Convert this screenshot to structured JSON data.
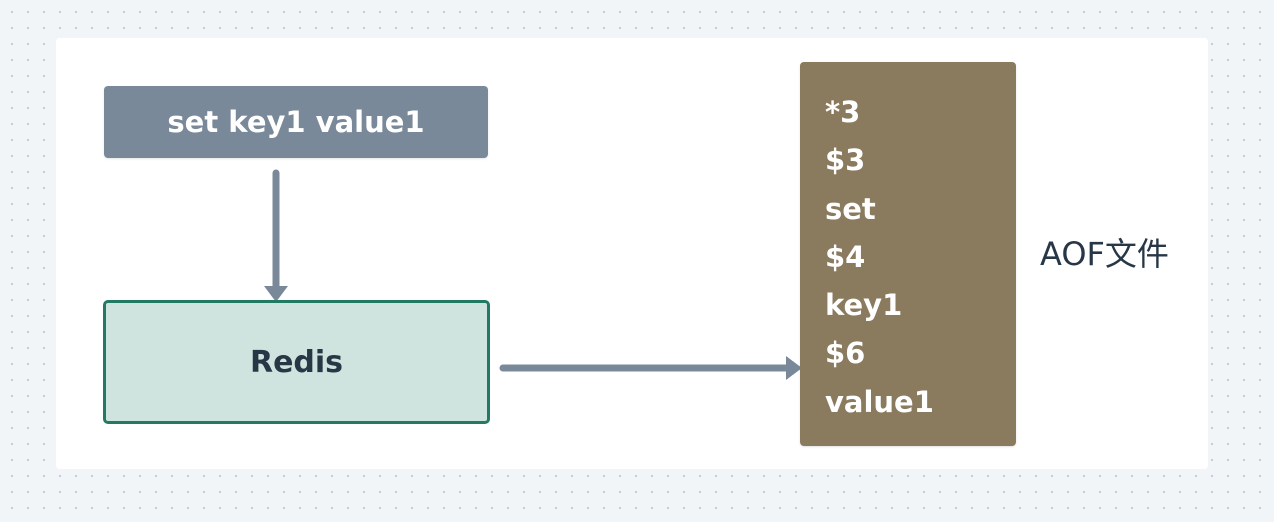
{
  "nodes": {
    "command": "set key1 value1",
    "server": "Redis",
    "aof_lines": [
      "*3",
      "$3",
      "set",
      "$4",
      "key1",
      "$6",
      "value1"
    ],
    "aof_label": "AOF文件"
  },
  "edges": [
    {
      "from": "command",
      "to": "server"
    },
    {
      "from": "server",
      "to": "aof_file"
    }
  ],
  "colors": {
    "canvas": "#ffffff",
    "background": "#f2f5f8",
    "command_fill": "#7a8999",
    "server_fill": "#cfe4df",
    "server_border": "#237a62",
    "aof_fill": "#8a7a5e",
    "arrow": "#7a8999",
    "text_dark": "#273746"
  }
}
